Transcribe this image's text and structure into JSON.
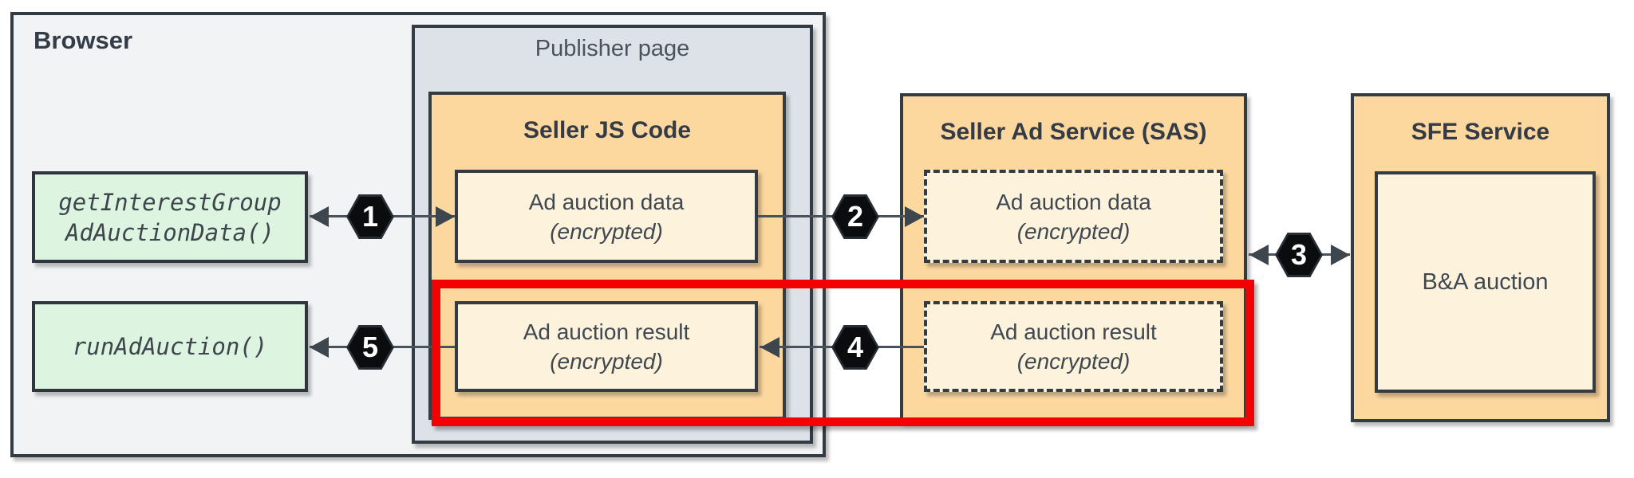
{
  "containers": {
    "browser": {
      "label": "Browser"
    },
    "publisher": {
      "label": "Publisher page"
    },
    "seller_js": {
      "title": "Seller JS Code"
    },
    "sas": {
      "title": "Seller Ad Service (SAS)"
    },
    "sfe": {
      "title": "SFE Service"
    }
  },
  "boxes": {
    "get_interest_group": {
      "line1": "getInterestGroup",
      "line2": "AdAuctionData()"
    },
    "run_ad_auction": {
      "label": "runAdAuction()"
    },
    "js_data": {
      "label": "Ad auction data",
      "note": "(encrypted)"
    },
    "js_result": {
      "label": "Ad auction result",
      "note": "(encrypted)"
    },
    "sas_data": {
      "label": "Ad auction data",
      "note": "(encrypted)"
    },
    "sas_result": {
      "label": "Ad auction result",
      "note": "(encrypted)"
    },
    "ba_auction": {
      "label": "B&A auction"
    }
  },
  "steps": {
    "s1": "1",
    "s2": "2",
    "s3": "3",
    "s4": "4",
    "s5": "5"
  },
  "colors": {
    "browser_bg": "#f1f3f5",
    "publisher_bg": "#dce2e8",
    "service_orange": "#fcd79e",
    "inner_cream": "#fdf3dd",
    "api_green": "#ddf5e0",
    "border_dark": "#333b43",
    "connector_gray": "#49525b",
    "badge_black": "#0a0c0e",
    "highlight_red": "#f20202"
  }
}
